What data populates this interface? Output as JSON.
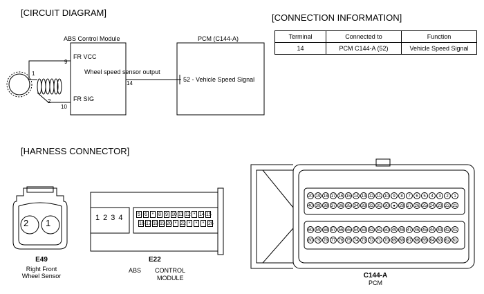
{
  "circuit": {
    "title": "[CIRCUIT DIAGRAM]",
    "abs_title": "ABS Control Module",
    "pcm_title": "PCM (C144-A)",
    "fr_vcc": "FR VCC",
    "fr_sig": "FR SIG",
    "pin_9": "9",
    "pin_10": "10",
    "pin_14": "14",
    "sensor_pin_1": "1",
    "sensor_pin_2": "2",
    "wire_label": "Wheel speed sensor output",
    "pcm_input": "52 - Vehicle Speed Signal"
  },
  "connection_info": {
    "title": "[CONNECTION INFORMATION]",
    "headers": [
      "Terminal",
      "Connected to",
      "Function"
    ],
    "rows": [
      [
        "14",
        "PCM C144-A (52)",
        "Vehicle Speed Signal"
      ]
    ]
  },
  "harness": {
    "title": "[HARNESS CONNECTOR]",
    "e49": {
      "id": "E49",
      "desc_line1": "Right Front",
      "desc_line2": "Wheel Sensor",
      "pins": [
        "2",
        "1"
      ]
    },
    "e22": {
      "id": "E22",
      "desc_a": "ABS",
      "desc_b": "CONTROL",
      "desc_c": "MODULE",
      "big_pins": [
        "1",
        "2",
        "3",
        "4"
      ],
      "row1": [
        "5",
        "6",
        "*",
        "8",
        "9",
        "10",
        "11",
        "12",
        "*",
        "14",
        "15"
      ],
      "row2": [
        "16",
        "17",
        "18",
        "19",
        "20",
        "*",
        "22",
        "*",
        "*",
        "*",
        "26"
      ]
    },
    "c144a": {
      "id": "C144-A",
      "desc": "PCM",
      "row1": [
        "20",
        "19",
        "18",
        "17",
        "16",
        "15",
        "14",
        "13",
        "12",
        "11",
        "10",
        "9",
        "8",
        "7",
        "6",
        "5",
        "4",
        "3",
        "2",
        "1"
      ],
      "row2": [
        "40",
        "39",
        "38",
        "37",
        "36",
        "35",
        "34",
        "33",
        "32",
        "31",
        "30",
        "●",
        "28",
        "27",
        "26",
        "25",
        "24",
        "23",
        "22",
        "21"
      ],
      "row3": [
        "60",
        "59",
        "58",
        "57",
        "56",
        "55",
        "54",
        "53",
        "52",
        "51",
        "50",
        "49",
        "48",
        "47",
        "46",
        "45",
        "44",
        "43",
        "42",
        "41"
      ],
      "row4": [
        "80",
        "79",
        "78",
        "77",
        "76",
        "75",
        "74",
        "73",
        "72",
        "71",
        "70",
        "69",
        "68",
        "67",
        "66",
        "65",
        "64",
        "63",
        "62",
        "61"
      ]
    }
  }
}
